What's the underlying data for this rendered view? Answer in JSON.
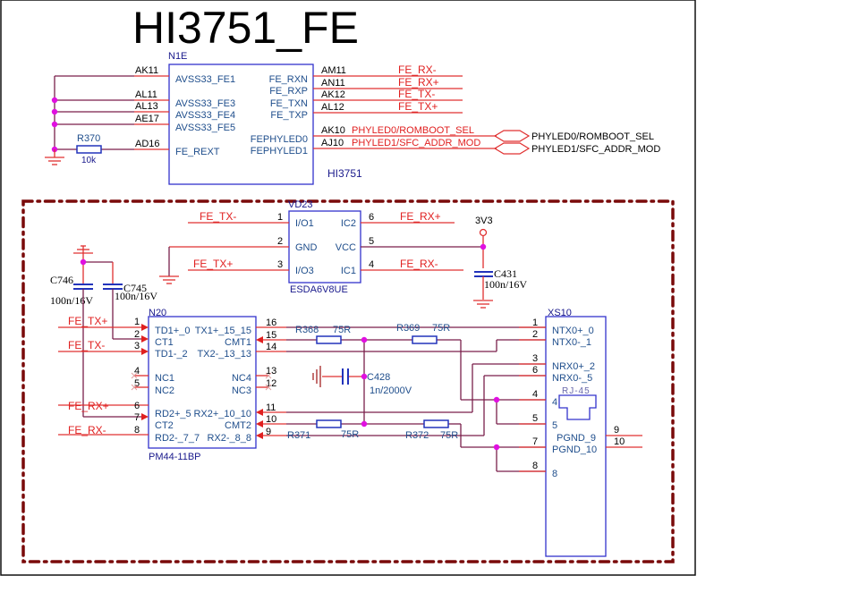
{
  "sheet": {
    "title": "HI3751_FE"
  },
  "n1e": {
    "ref": "N1E",
    "part": "HI3751",
    "left_pins": [
      {
        "ball": "AK11",
        "name": "AVSS33_FE1"
      },
      {
        "ball": "AL11",
        "name": "AVSS33_FE3"
      },
      {
        "ball": "AL13",
        "name": "AVSS33_FE4"
      },
      {
        "ball": "AE17",
        "name": "AVSS33_FE5"
      },
      {
        "ball": "AD16",
        "name": "FE_REXT"
      }
    ],
    "right_pins": [
      {
        "ball": "AM11",
        "name": "FE_RXN",
        "net": "FE_RX-"
      },
      {
        "ball": "AN11",
        "name": "FE_RXP",
        "net": "FE_RX+"
      },
      {
        "ball": "AK12",
        "name": "FE_TXN",
        "net": "FE_TX-"
      },
      {
        "ball": "AL12",
        "name": "FE_TXP",
        "net": "FE_TX+"
      },
      {
        "ball": "AK10",
        "name": "FEPHYLED0",
        "net": "PHYLED0/ROMBOOT_SEL"
      },
      {
        "ball": "AJ10",
        "name": "FEPHYLED1",
        "net": "PHYLED1/SFC_ADDR_MOD"
      }
    ],
    "ports": [
      "PHYLED0/ROMBOOT_SEL",
      "PHYLED1/SFC_ADDR_MOD"
    ]
  },
  "r370": {
    "ref": "R370",
    "value": "10k"
  },
  "vd23": {
    "ref": "VD23",
    "part": "ESDA6V8UE",
    "left_pins": [
      {
        "num": "1",
        "name": "I/O1",
        "net": "FE_TX-"
      },
      {
        "num": "2",
        "name": "GND",
        "net": ""
      },
      {
        "num": "3",
        "name": "I/O3",
        "net": "FE_TX+"
      }
    ],
    "right_pins": [
      {
        "num": "6",
        "name": "IC2",
        "net": "FE_RX+"
      },
      {
        "num": "5",
        "name": "VCC",
        "net": ""
      },
      {
        "num": "4",
        "name": "IC1",
        "net": "FE_RX-"
      }
    ]
  },
  "power": {
    "label": "3V3"
  },
  "c431": {
    "ref": "C431",
    "value": "100n/16V"
  },
  "c746": {
    "ref": "C746",
    "value": "100n/16V"
  },
  "c745": {
    "ref": "C745",
    "value": "100n/16V"
  },
  "c428": {
    "ref": "C428",
    "value": "1n/2000V"
  },
  "n20": {
    "ref": "N20",
    "part": "PM44-11BP",
    "left_pins": [
      {
        "num": "1",
        "name": "TD1+_0",
        "net": "FE_TX+"
      },
      {
        "num": "2",
        "name": "CT1",
        "net": ""
      },
      {
        "num": "3",
        "name": "TD1-_2",
        "net": "FE_TX-"
      },
      {
        "num": "4",
        "name": "NC1",
        "net": ""
      },
      {
        "num": "5",
        "name": "NC2",
        "net": ""
      },
      {
        "num": "6",
        "name": "RD2+_5",
        "net": "FE_RX+"
      },
      {
        "num": "7",
        "name": "CT2",
        "net": ""
      },
      {
        "num": "8",
        "name": "RD2-_7_7",
        "net": "FE_RX-"
      }
    ],
    "right_pins": [
      {
        "num": "16",
        "name": "TX1+_15_15"
      },
      {
        "num": "15",
        "name": "CMT1"
      },
      {
        "num": "14",
        "name": "TX2-_13_13"
      },
      {
        "num": "13",
        "name": "NC4"
      },
      {
        "num": "12",
        "name": "NC3"
      },
      {
        "num": "11",
        "name": "RX2+_10_10"
      },
      {
        "num": "10",
        "name": "CMT2"
      },
      {
        "num": "9",
        "name": "RX2-_8_8"
      }
    ]
  },
  "resistors": [
    {
      "ref": "R368",
      "value": "75R"
    },
    {
      "ref": "R369",
      "value": "75R"
    },
    {
      "ref": "R371",
      "value": "75R"
    },
    {
      "ref": "R372",
      "value": "75R"
    }
  ],
  "xs10": {
    "ref": "XS10",
    "part": "RJ-45",
    "pins": [
      {
        "num": "1",
        "name": "NTX0+_0"
      },
      {
        "num": "2",
        "name": "NTX0-_1"
      },
      {
        "num": "3",
        "name": "NRX0+_2"
      },
      {
        "num": "6",
        "name": "NRX0-_5"
      },
      {
        "num": "4",
        "name": "4"
      },
      {
        "num": "5",
        "name": "5"
      },
      {
        "num": "7",
        "name": "PGND_10"
      },
      {
        "num": "8",
        "name": "8"
      }
    ],
    "right_pins": [
      {
        "num": "9",
        "name": "PGND_9"
      },
      {
        "num": "10",
        "name": "PGND_10"
      }
    ]
  },
  "colors": {
    "wire": "#7a1f4a",
    "pin": "#e03030",
    "net_label": "#e02020",
    "component_text": "#1f4e8c",
    "junction": "#e010e0",
    "group_border": "#7a0a0a"
  }
}
